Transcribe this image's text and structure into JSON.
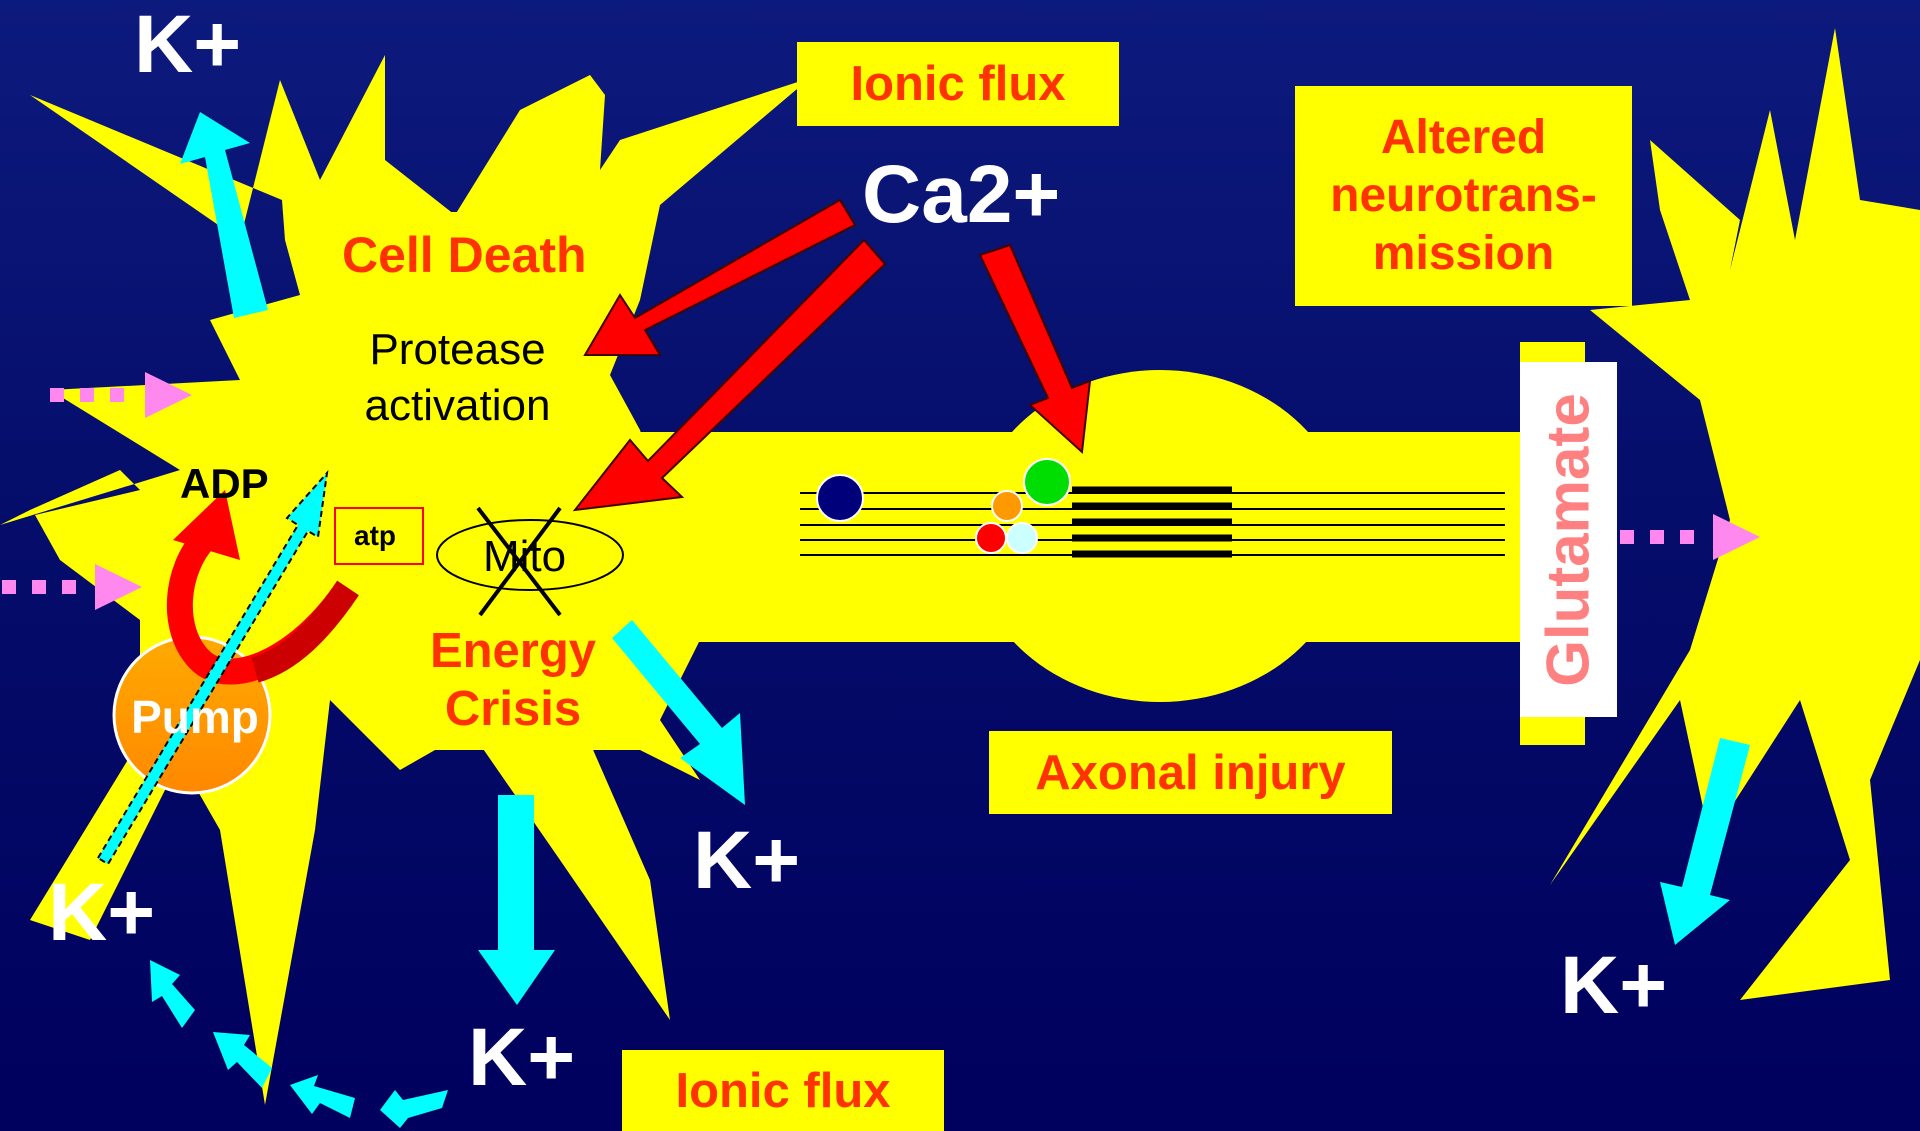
{
  "labels": {
    "ionic_flux_top": "Ionic flux",
    "ionic_flux_bottom": "Ionic flux",
    "ca": "Ca2+",
    "altered": [
      "Altered",
      "neurotrans-",
      "mission"
    ],
    "cell_death": "Cell Death",
    "protease": [
      "Protease",
      "activation"
    ],
    "adp": "ADP",
    "atp": "atp",
    "mito": "Mito",
    "energy_crisis": [
      "Energy",
      "Crisis"
    ],
    "pump": "Pump",
    "glutamate": "Glutamate",
    "axonal_injury": "Axonal injury",
    "k_plus": "K+"
  },
  "colors": {
    "background_top": "#0d1a7d",
    "background_bottom": "#00005e",
    "neuron": "#ffff00",
    "label_red": "#ff3300",
    "arrow_red": "#ff0000",
    "arrow_cyan": "#00ffff",
    "dotted_arrow": "#ff88dd",
    "pump": "#ff9900",
    "glutamate_text": "#ff8080"
  }
}
